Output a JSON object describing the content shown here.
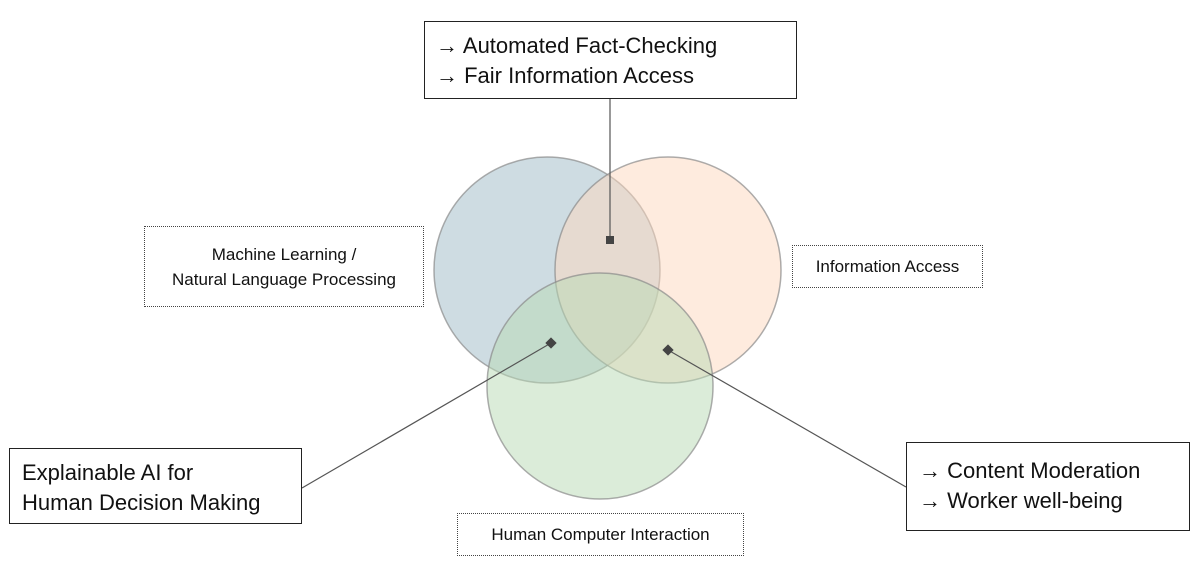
{
  "circles": [
    {
      "name": "machine-learning",
      "color": "#9dbac5"
    },
    {
      "name": "information-access",
      "color": "#fdd8bd"
    },
    {
      "name": "human-computer-interaction",
      "color": "#b7dab4"
    }
  ],
  "labels": {
    "ml_line1": "Machine Learning /",
    "ml_line2": "Natural Language Processing",
    "information_access": "Information Access",
    "hci": "Human Computer Interaction"
  },
  "callouts": {
    "top": {
      "line1": "→ Automated Fact-Checking",
      "line2": "→ Fair Information Access"
    },
    "left": {
      "line1": "Explainable AI for",
      "line2": "Human Decision Making"
    },
    "right": {
      "line1": "→ Content Moderation",
      "line2": "→ Worker well-being"
    }
  },
  "colors": {
    "connector": "#555555",
    "marker": "#444444"
  }
}
